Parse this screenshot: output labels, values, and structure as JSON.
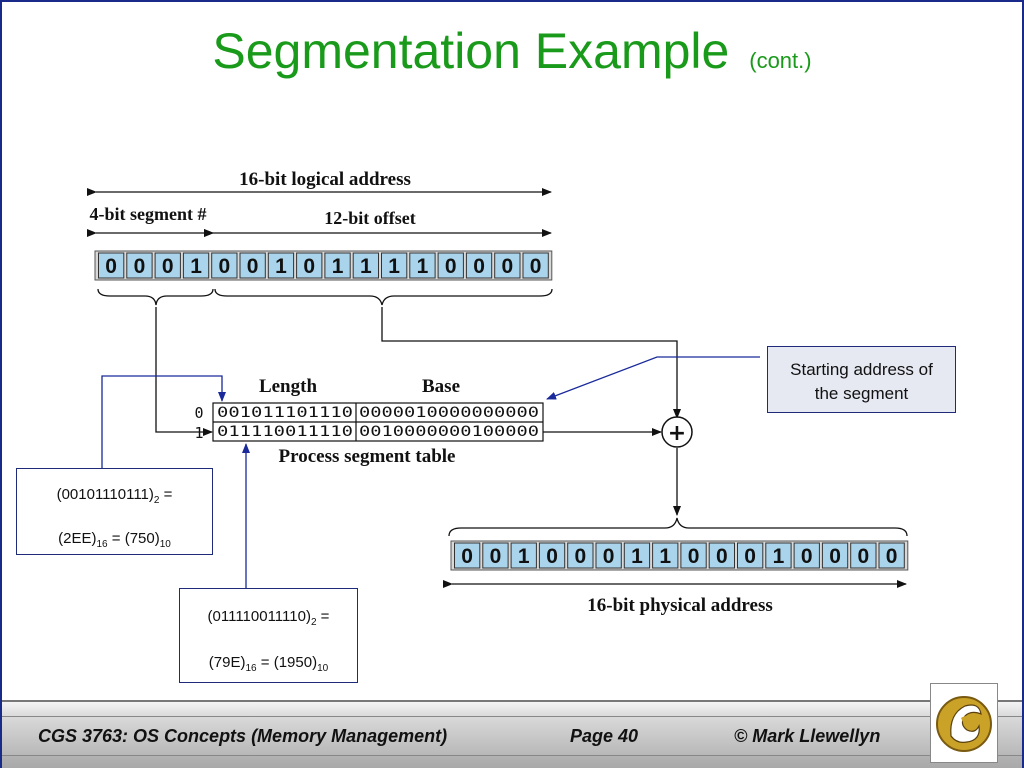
{
  "slide": {
    "title": "Segmentation Example",
    "title_suffix": "(cont.)"
  },
  "diagram": {
    "logical_label": "16-bit logical address",
    "segment_label": "4-bit segment #",
    "offset_label": "12-bit offset",
    "logical_bits": [
      "0",
      "0",
      "0",
      "1",
      "0",
      "0",
      "1",
      "0",
      "1",
      "1",
      "1",
      "1",
      "0",
      "0",
      "0",
      "0"
    ],
    "table_length_header": "Length",
    "table_base_header": "Base",
    "table_rows": [
      {
        "index": "0",
        "length": "001011101110",
        "base": "0000010000000000"
      },
      {
        "index": "1",
        "length": "011110011110",
        "base": "0010000000100000"
      }
    ],
    "table_caption": "Process segment table",
    "adder_symbol": "+",
    "physical_bits": [
      "0",
      "0",
      "1",
      "0",
      "0",
      "0",
      "1",
      "1",
      "0",
      "0",
      "0",
      "1",
      "0",
      "0",
      "0",
      "0"
    ],
    "physical_label": "16-bit physical address"
  },
  "callouts": {
    "starting_address": [
      "Starting address of",
      "the segment"
    ]
  },
  "calc_boxes": [
    {
      "line1": {
        "value": "(00101110111)",
        "base": "2",
        "suffix": " ="
      },
      "line2": {
        "hex": "(2EE)",
        "hex_base": "16",
        "eq": " = (750)",
        "dec_base": "10"
      }
    },
    {
      "line1": {
        "value": "(011110011110)",
        "base": "2",
        "suffix": " ="
      },
      "line2": {
        "hex": "(79E)",
        "hex_base": "16",
        "eq": " = (1950)",
        "dec_base": "10"
      }
    }
  ],
  "footer": {
    "course": "CGS 3763: OS Concepts  (Memory Management)",
    "page": "Page 40",
    "author": "© Mark Llewellyn"
  },
  "colors": {
    "title": "#1a9a1a",
    "bit_cell": "#a9d4ec",
    "callout_bg": "#e6e9f2",
    "callout_border": "#1f2a7a"
  },
  "icons": {
    "logo": "ucf-pegasus-logo"
  }
}
